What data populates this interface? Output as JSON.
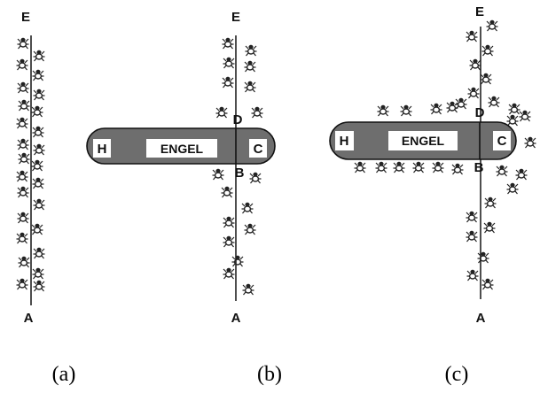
{
  "figure": {
    "panels": [
      {
        "caption": "(a)",
        "top_label": "E",
        "bottom_label": "A",
        "has_barrier": false
      },
      {
        "caption": "(b)",
        "top_label": "E",
        "bottom_label": "A",
        "has_barrier": true,
        "barrier_text": "ENGEL",
        "left_end_label": "H",
        "right_end_label": "C",
        "upper_point_label": "D",
        "lower_point_label": "B"
      },
      {
        "caption": "(c)",
        "top_label": "E",
        "bottom_label": "A",
        "has_barrier": true,
        "barrier_text": "ENGEL",
        "left_end_label": "H",
        "right_end_label": "C",
        "upper_point_label": "D",
        "lower_point_label": "B"
      }
    ],
    "icons": {
      "agent": "ant-icon"
    },
    "colors": {
      "barrier_fill": "#6e6e6e",
      "barrier_stroke": "#111111",
      "line": "#222222",
      "label_box": "#ffffff"
    }
  }
}
